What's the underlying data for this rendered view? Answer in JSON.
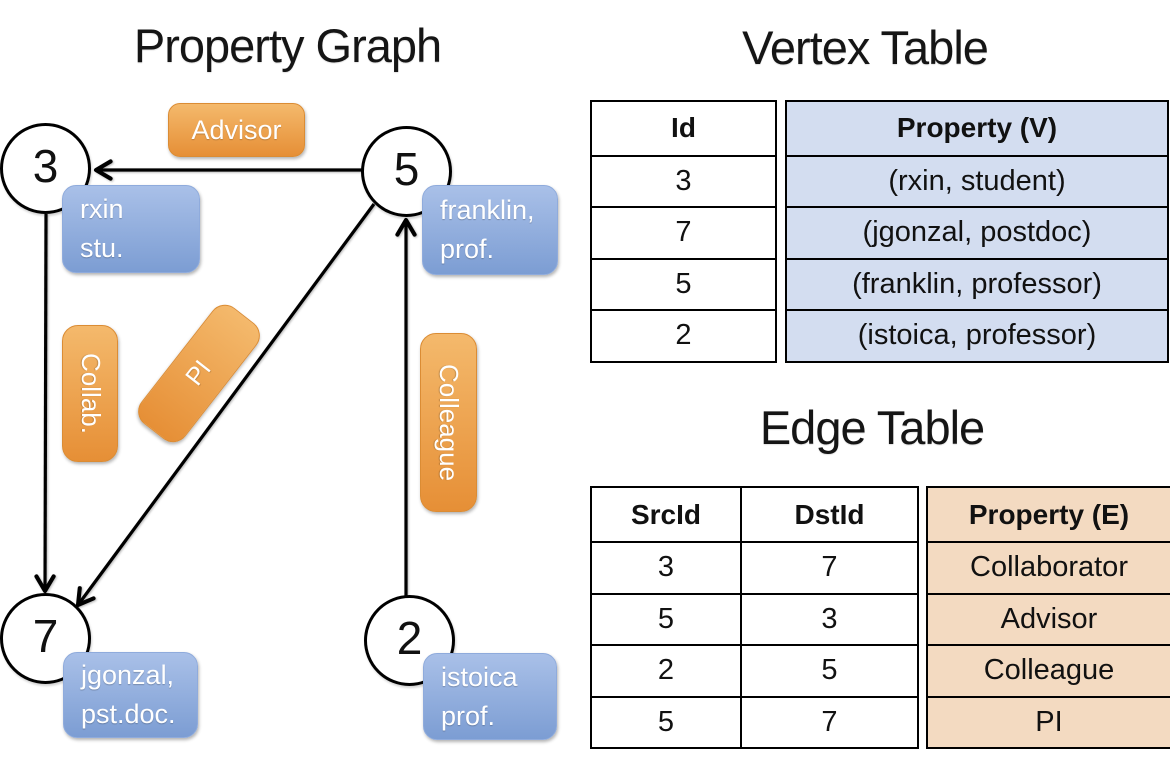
{
  "figure": {
    "graph_title": "Property Graph",
    "vertex_table_title": "Vertex Table",
    "edge_table_title": "Edge Table"
  },
  "graph": {
    "nodes": [
      {
        "id": "3",
        "lines": [
          "rxin",
          "stu."
        ]
      },
      {
        "id": "5",
        "lines": [
          "franklin,",
          "prof."
        ]
      },
      {
        "id": "7",
        "lines": [
          "jgonzal,",
          "pst.doc."
        ]
      },
      {
        "id": "2",
        "lines": [
          "istoica",
          "prof."
        ]
      }
    ],
    "edge_labels": {
      "advisor": "Advisor",
      "collab": "Collab.",
      "pi": "PI",
      "colleague": "Colleague"
    }
  },
  "vertex_table": {
    "columns": [
      "Id",
      "Property (V)"
    ],
    "rows": [
      [
        "3",
        "(rxin, student)"
      ],
      [
        "7",
        "(jgonzal, postdoc)"
      ],
      [
        "5",
        "(franklin, professor)"
      ],
      [
        "2",
        "(istoica, professor)"
      ]
    ]
  },
  "edge_table": {
    "columns": [
      "SrcId",
      "DstId",
      "Property (E)"
    ],
    "rows": [
      [
        "3",
        "7",
        "Collaborator"
      ],
      [
        "5",
        "3",
        "Advisor"
      ],
      [
        "2",
        "5",
        "Colleague"
      ],
      [
        "5",
        "7",
        "PI"
      ]
    ]
  },
  "colors": {
    "edge_label_fill_top": "#F4B96C",
    "edge_label_fill_bottom": "#E68F36",
    "vertex_label_fill_top": "#A9C0E8",
    "vertex_label_fill_bottom": "#7C9DD3",
    "vertex_table_property_fill": "#D3DDF0",
    "edge_table_property_fill": "#F3DAC1",
    "line_color": "#000000",
    "text_on_labels": "#FFFFFF"
  }
}
